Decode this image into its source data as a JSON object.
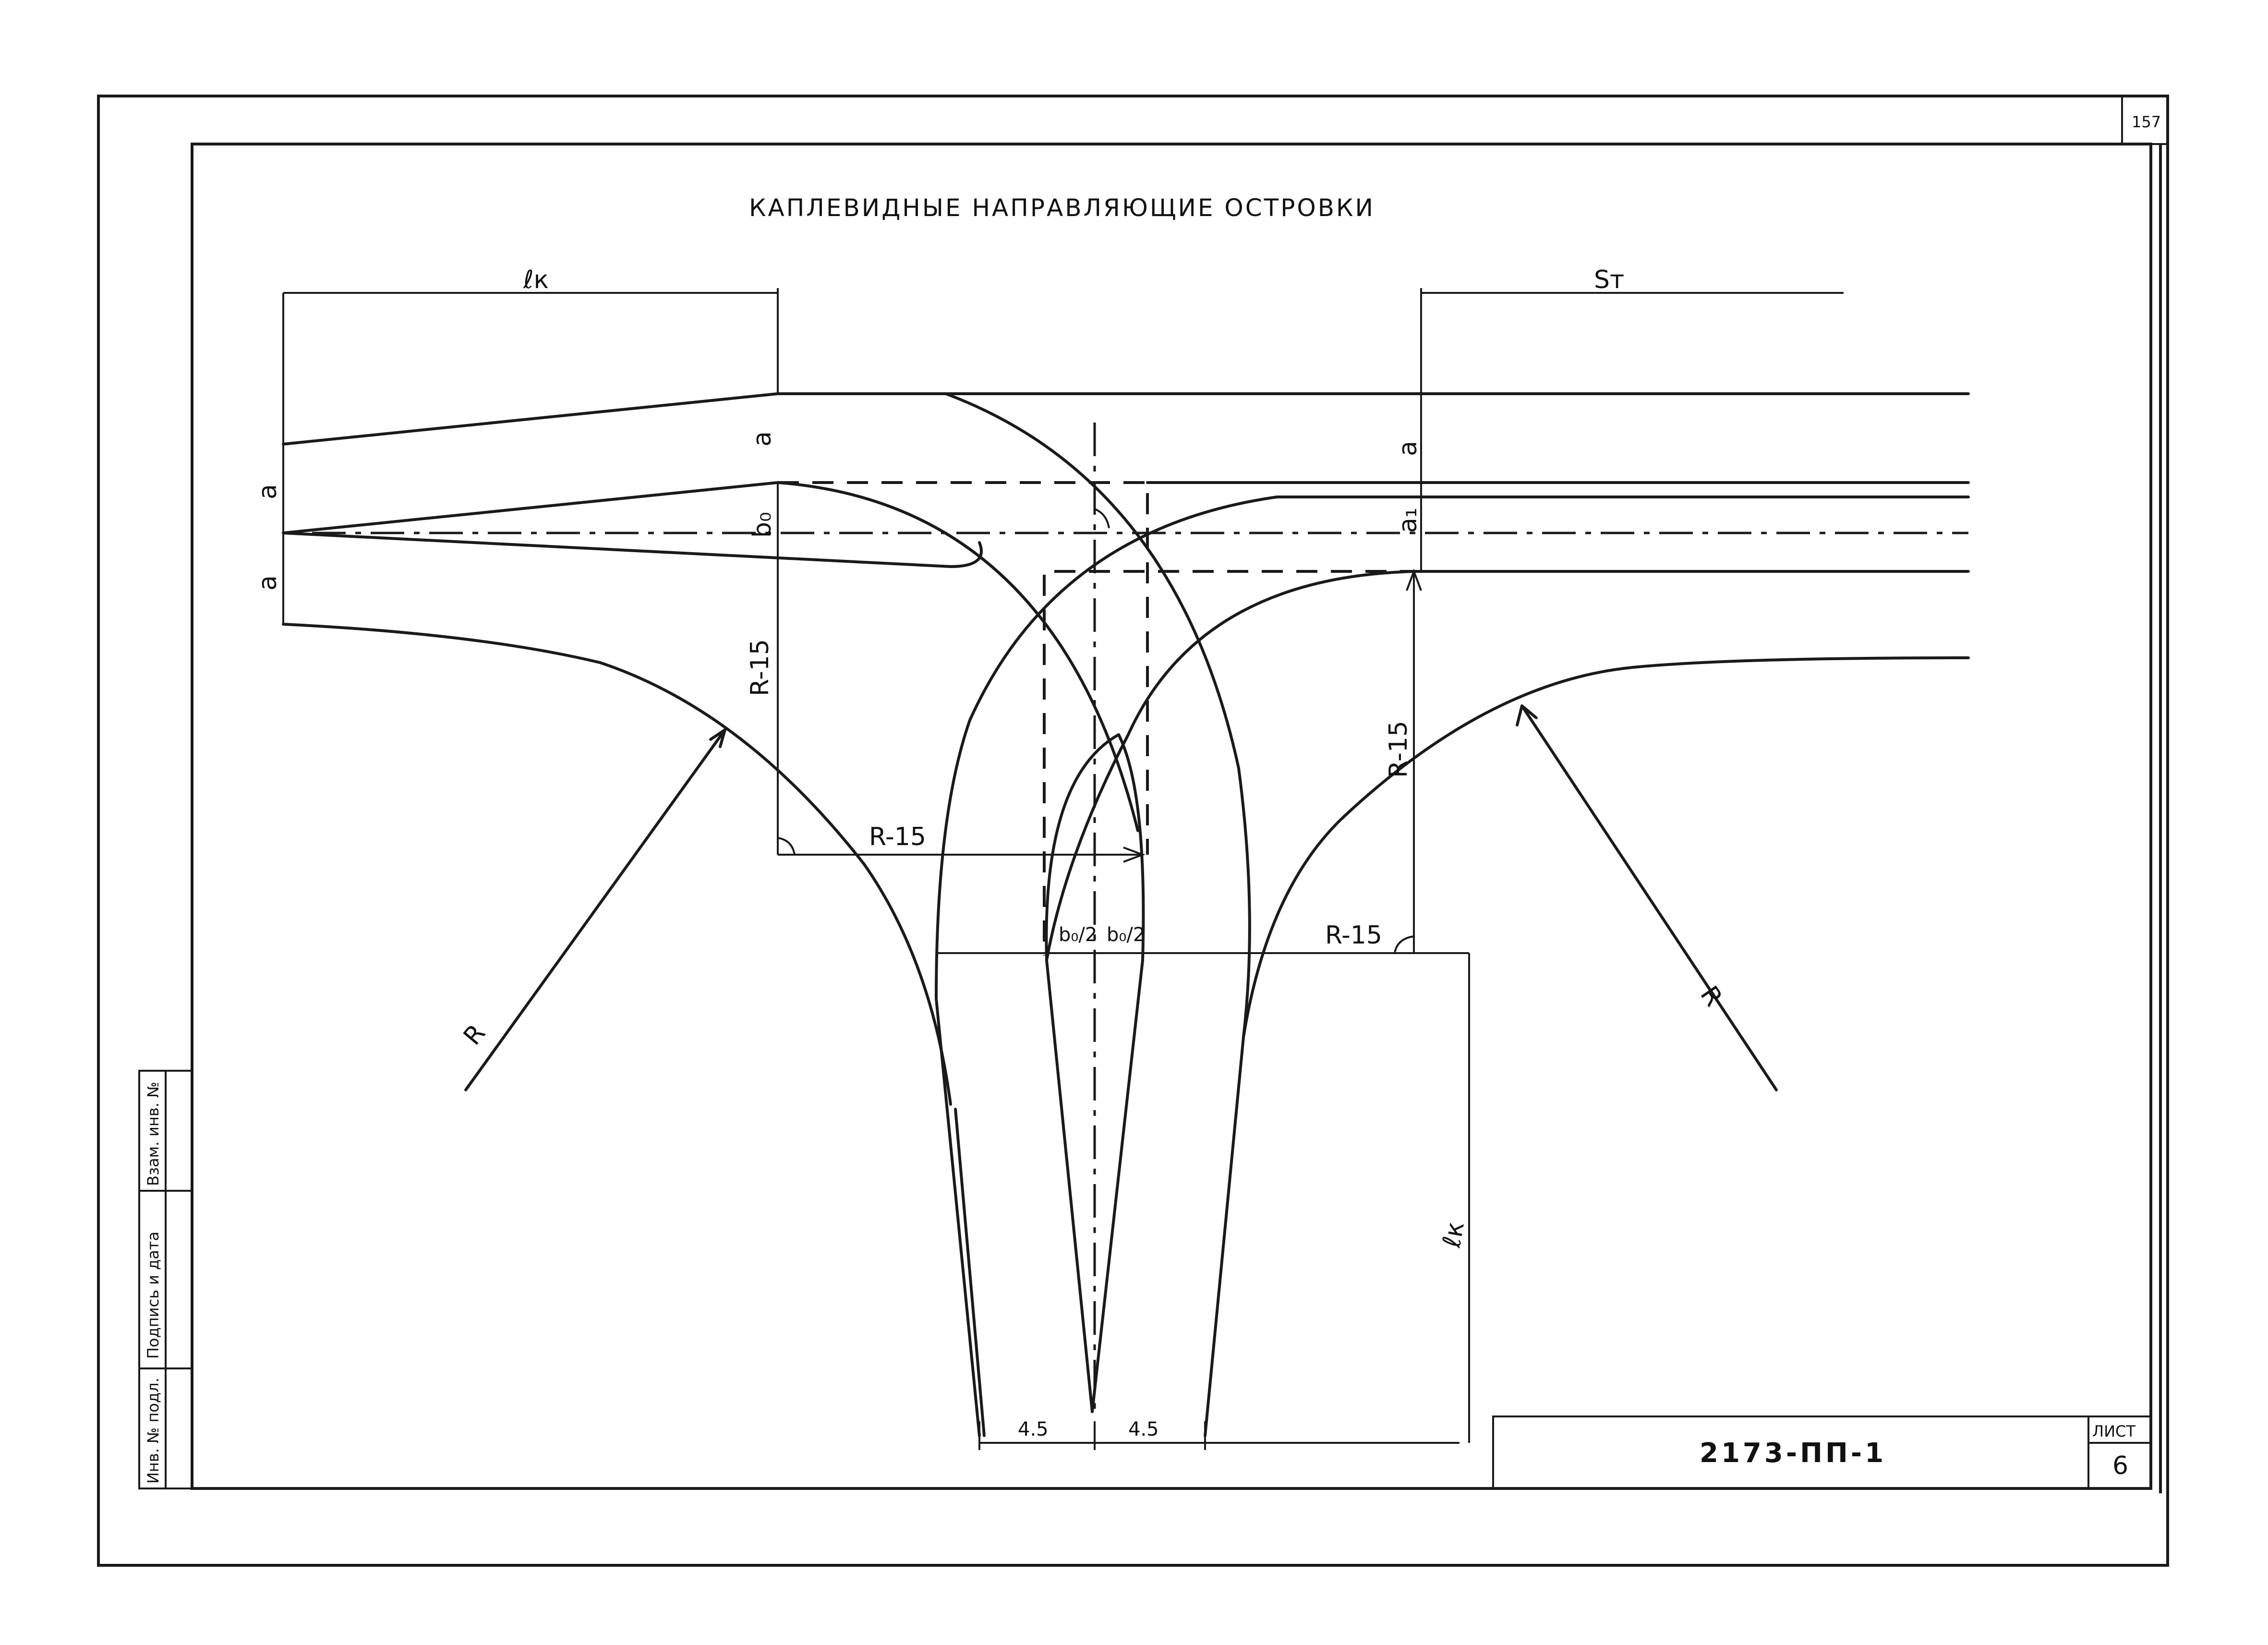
{
  "sheet": {
    "page_number": "157",
    "title": "КАПЛЕВИДНЫЕ  НАПРАВЛЯЮЩИЕ  ОСТРОВКИ",
    "document_code": "2173-ПП-1",
    "sheet_label": "ЛИСТ",
    "sheet_number": "6"
  },
  "side_stamp": {
    "inv_no": "Инв. № подл.",
    "sign_date": "Подпись и дата",
    "replace_inv": "Взам. инв. №"
  },
  "labels": {
    "lk_top": "ℓк",
    "st_top": "Sт",
    "a_left_1": "a",
    "a_left_2": "a",
    "a_mid": "a",
    "b0_mid": "b₀",
    "a_right": "a",
    "a1_right": "a₁",
    "r15_left_vert": "R-15",
    "r15_left_horiz": "R-15",
    "r15_right_vert": "R-15",
    "r15_right_horiz": "R-15",
    "r_left": "R",
    "r_right": "R",
    "b0_half_left": "b₀/2",
    "b0_half_right": "b₀/2",
    "lk_right": "ℓк",
    "dim_left": "4.5",
    "dim_right": "4.5"
  }
}
